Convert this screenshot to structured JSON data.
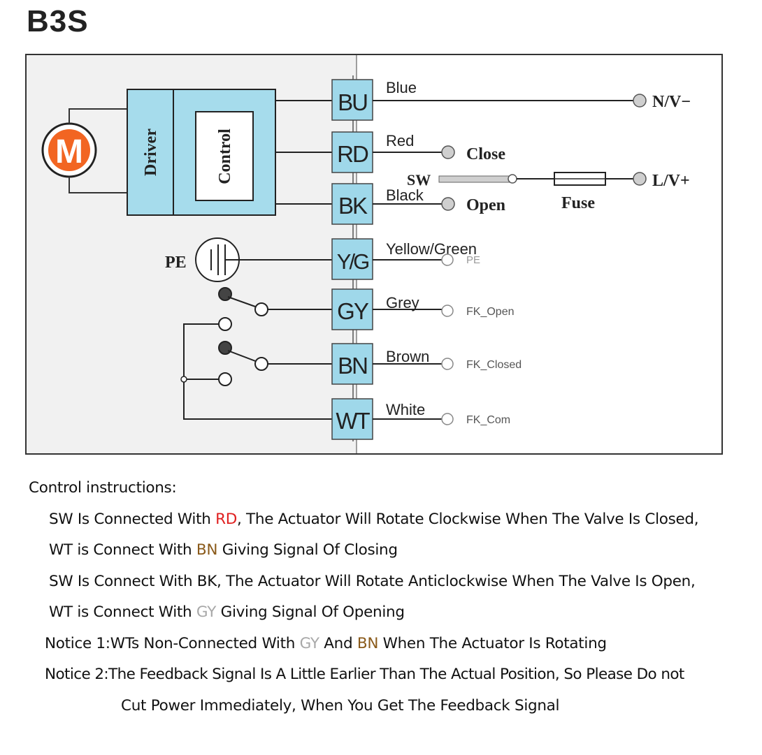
{
  "title": "B3S",
  "motor": {
    "label": "M",
    "color": "#f26522"
  },
  "driver_label": "Driver",
  "control_label": "Control",
  "pe_label": "PE",
  "switch_label": "SW",
  "fuse_label": "Fuse",
  "colors": {
    "terminal_fill": "#9fd8ea",
    "box_fill": "#a6dcec"
  },
  "terminals": [
    {
      "code": "BU",
      "wire": "Blue",
      "end": "N/V−"
    },
    {
      "code": "RD",
      "wire": "Red",
      "end": "Close"
    },
    {
      "code": "BK",
      "wire": "Black",
      "end": "Open"
    },
    {
      "code": "Y/G",
      "wire": "Yellow/Green",
      "end": "PE"
    },
    {
      "code": "GY",
      "wire": "Grey",
      "end": "FK_Open"
    },
    {
      "code": "BN",
      "wire": "Brown",
      "end": "FK_Closed"
    },
    {
      "code": "WT",
      "wire": "White",
      "end": "FK_Com"
    }
  ],
  "live_label": "L/V+",
  "instructions": {
    "heading": "Control instructions:",
    "l1a": "SW Is Connected With ",
    "l1b": "RD",
    "l1c": ", The Actuator Will Rotate Clockwise When The Valve Is Closed,",
    "l2a": "WT is Connect With ",
    "l2b": "BN",
    "l2c": "  Giving Signal Of Closing",
    "l3": "SW Is Connect With BK, The Actuator Will Rotate Anticlockwise When The Valve Is Open,",
    "l4a": "WT is Connect With ",
    "l4b": "GY",
    "l4c": "  Giving Signal Of Opening",
    "l5a": "Notice 1:WTs Non-Connected With ",
    "l5b": "GY",
    "l5c": " And ",
    "l5d": "BN",
    "l5e": " When The Actuator Is Rotating",
    "l6": "Notice 2:The Feedback Signal Is A Little Earlier Than The Actual Position, So Please Do not",
    "l7": "Cut  Power Immediately, When You Get The Feedback Signal"
  }
}
